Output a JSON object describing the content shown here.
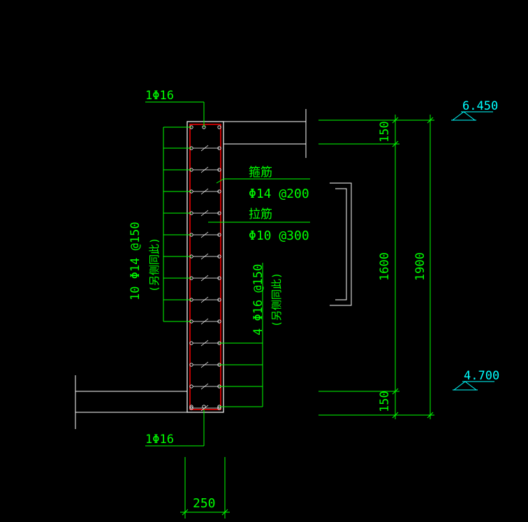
{
  "labels": {
    "top_bar": "1Φ16",
    "bottom_bar": "1Φ16",
    "stirrup_title": "箍筋",
    "stirrup_spec": "Φ14 @200",
    "tie_title": "拉筋",
    "tie_spec": "Φ10 @300",
    "side_left_main": "10 Φ14 @150",
    "side_left_note": "(另侧同此)",
    "side_right_main": "4 Φ16 @150",
    "side_right_note": "(另侧同此)"
  },
  "dimensions": {
    "width": "250",
    "top_cover": "150",
    "middle": "1600",
    "bottom_cover": "150",
    "total": "1900"
  },
  "elevations": {
    "top": "6.450",
    "bottom": "4.700"
  },
  "colors": {
    "background": "#000000",
    "lines": "#00ff00",
    "text": "#00ff00",
    "section": "#ffffff",
    "rebar": "#ff0000",
    "elevation": "#00ffff"
  }
}
